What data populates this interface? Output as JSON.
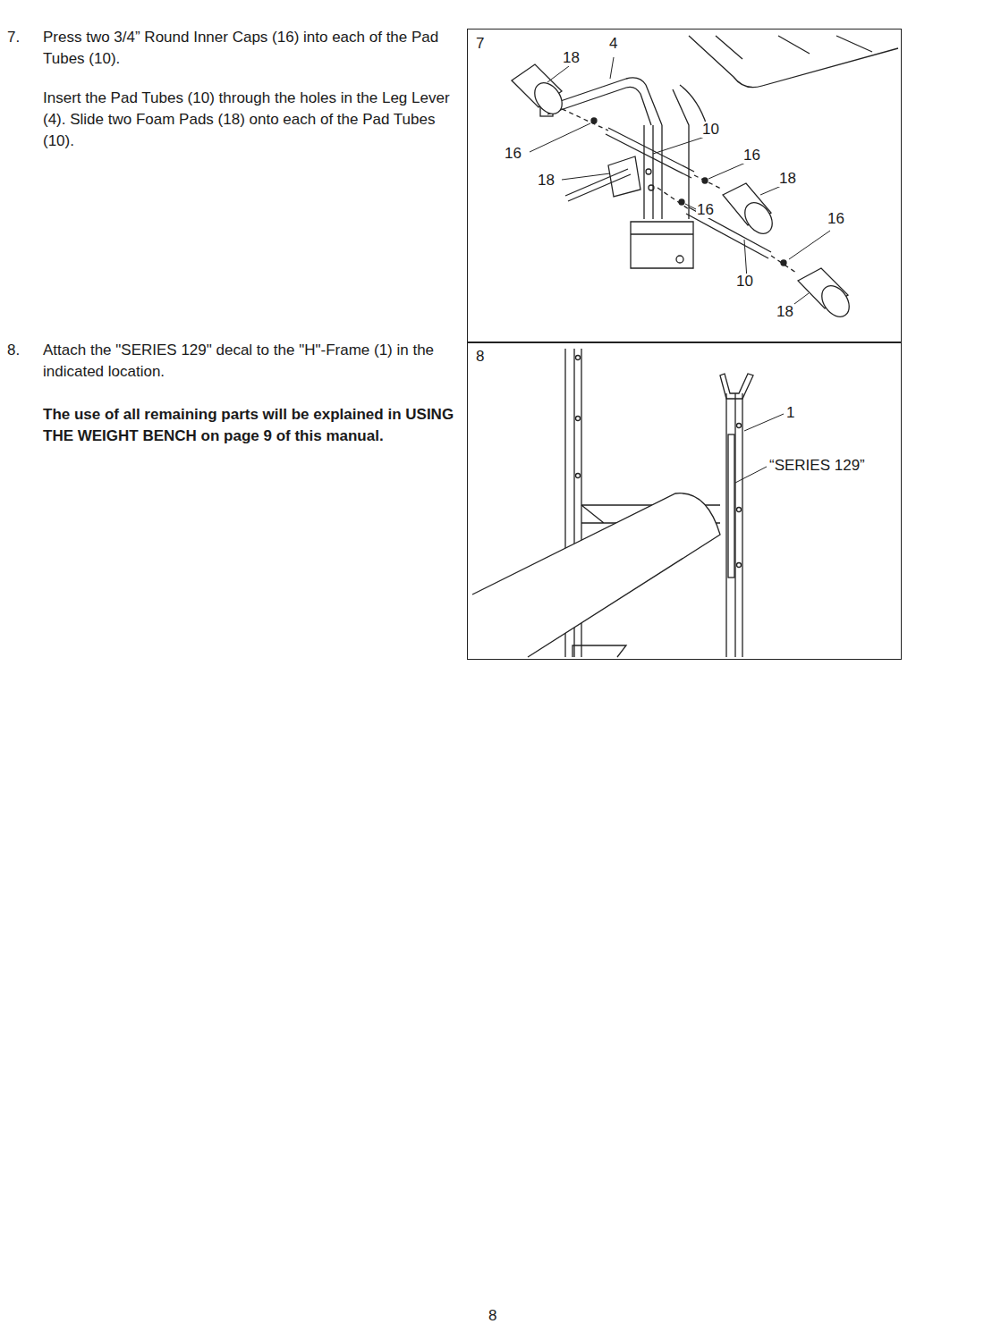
{
  "diagram": {
    "nodes": [
      {
        "text": [
          "7"
        ]
      },
      {
        "text": [
          "8"
        ]
      }
    ],
    "labels": [
      "7.",
      "Press two 3/4” Round Inner Caps (16) into each of the Pad Tubes (10).",
      "Insert the Pad Tubes (10) through the holes in the Leg Lever (4). Slide two Foam Pads (18) onto each of the Pad Tubes (10).",
      "8.",
      "Attach the \"SERIES 129\" decal to the \"H\"-Frame (1) in the indicated location.",
      "The use of all remaining parts will be explained in USING THE WEIGHT BENCH on page 9 of this manual.",
      "4",
      "18",
      "10",
      "16",
      "16",
      "18",
      "18",
      "16",
      "16",
      "10",
      "18",
      "1",
      "“SERIES 129”",
      "8"
    ]
  }
}
